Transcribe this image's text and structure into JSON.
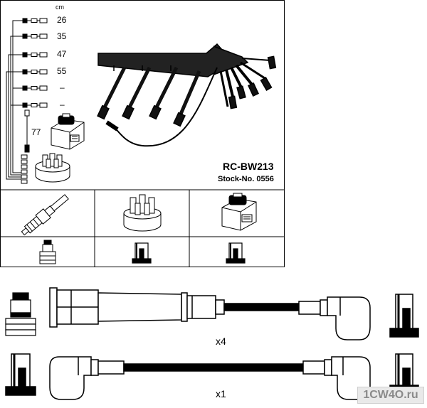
{
  "legend": {
    "unit": "cm",
    "lengths": [
      "26",
      "35",
      "47",
      "55",
      "–",
      "–"
    ],
    "coil_length": "77"
  },
  "product": {
    "code": "RC-BW213",
    "stock_no": "Stock-No. 0556"
  },
  "assemblies": [
    {
      "quantity_label": "x4"
    },
    {
      "quantity_label": "x1"
    }
  ],
  "watermark": "1CW4O.ru"
}
